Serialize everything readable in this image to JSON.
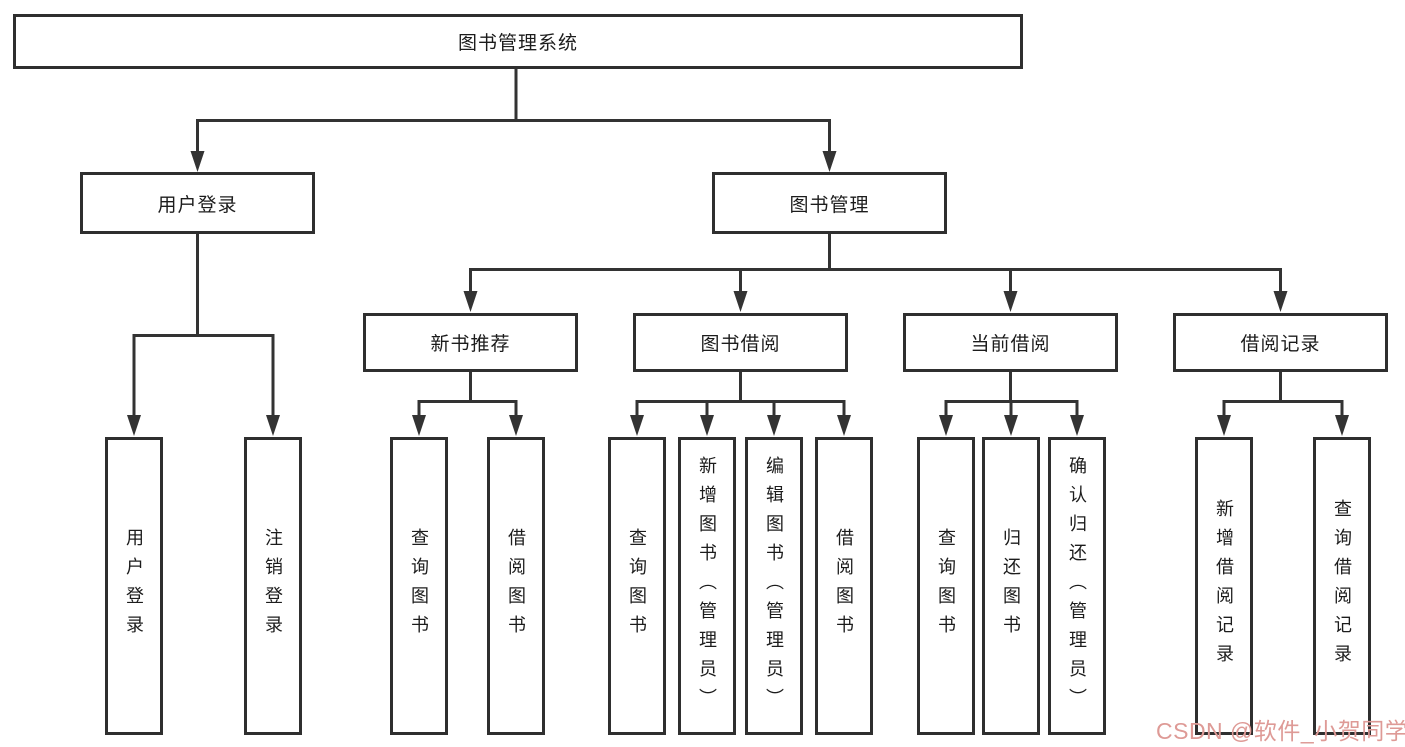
{
  "colors": {
    "line": "#333333",
    "box_border": "#2f2f2f",
    "box_bg": "#ffffff",
    "text": "#1c1c1c",
    "watermark": "#dE9a96"
  },
  "tree": {
    "root": {
      "label": "图书管理系统"
    },
    "branches": [
      {
        "label": "用户登录",
        "leaves": [
          "用户登录",
          "注销登录"
        ]
      },
      {
        "label": "图书管理",
        "groups": [
          {
            "label": "新书推荐",
            "leaves": [
              "查询图书",
              "借阅图书"
            ]
          },
          {
            "label": "图书借阅",
            "leaves": [
              "查询图书",
              "新增图书（管理员）",
              "编辑图书（管理员）",
              "借阅图书"
            ]
          },
          {
            "label": "当前借阅",
            "leaves": [
              "查询图书",
              "归还图书",
              "确认归还（管理员）"
            ]
          },
          {
            "label": "借阅记录",
            "leaves": [
              "新增借阅记录",
              "查询借阅记录"
            ]
          }
        ]
      }
    ]
  },
  "watermark": {
    "text": "CSDN @软件_小贺同学"
  }
}
